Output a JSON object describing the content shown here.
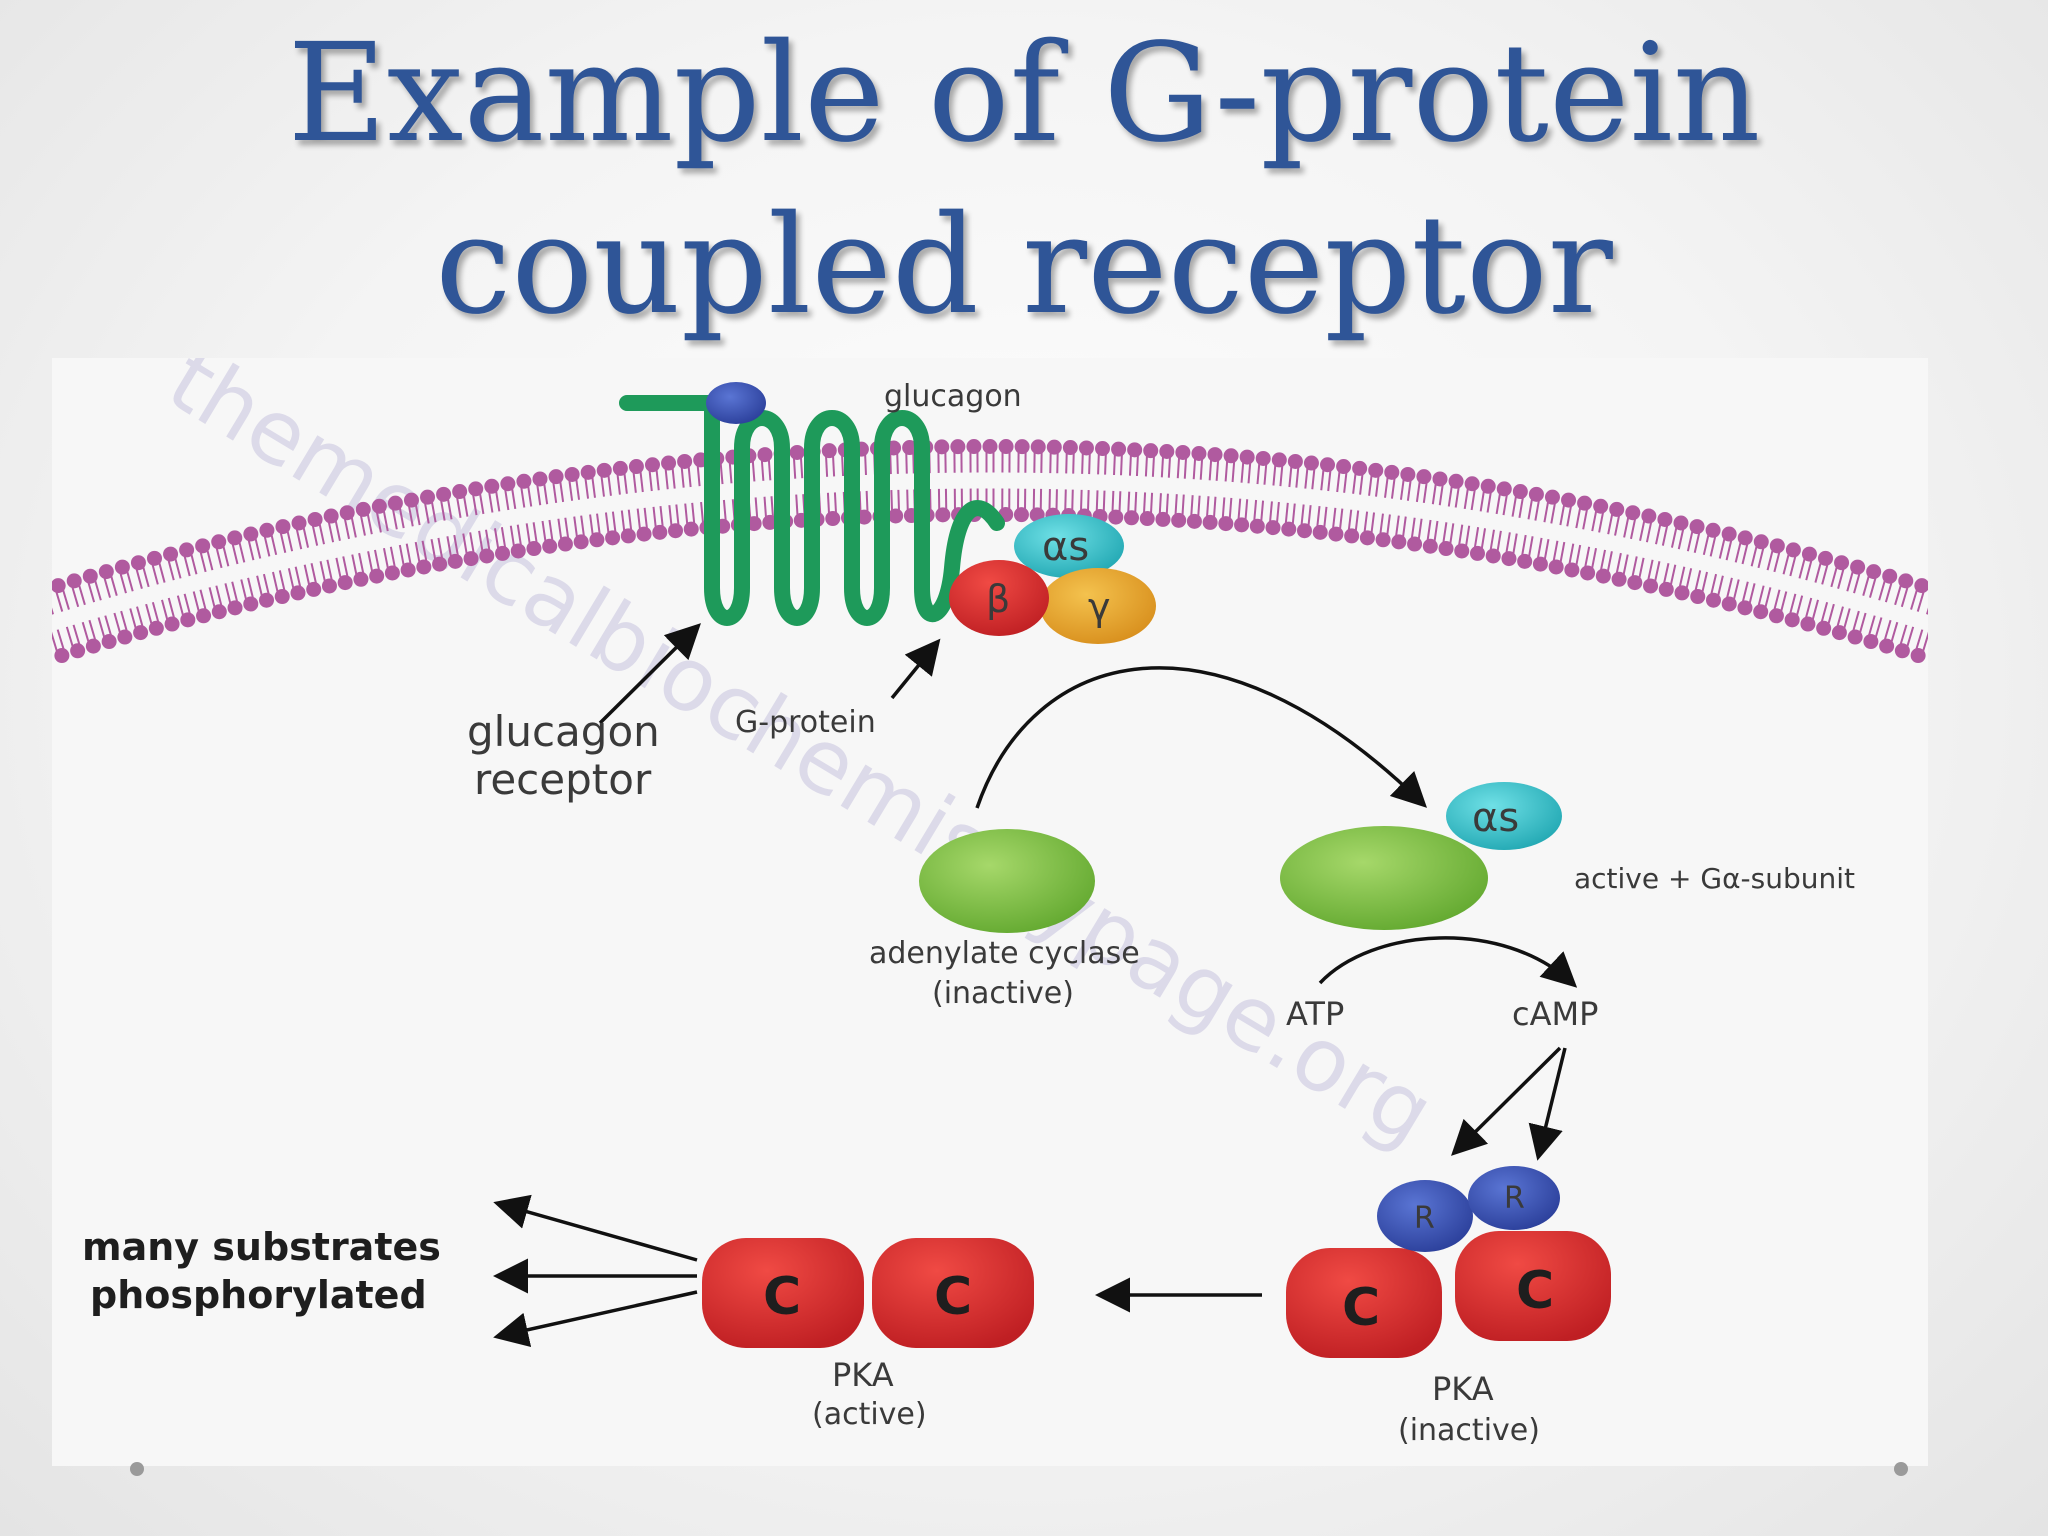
{
  "slide": {
    "title_line1": "Example of G-protein",
    "title_line2": "coupled receptor"
  },
  "diagram": {
    "watermark": "themedicalbiochemistrypage.org",
    "labels": {
      "glucagon": "glucagon",
      "glucagon_receptor_line1": "glucagon",
      "glucagon_receptor_line2": "receptor",
      "g_protein": "G-protein",
      "alpha_s": "αs",
      "beta": "β",
      "gamma": "γ",
      "adenylate_cyclase_line1": "adenylate cyclase",
      "adenylate_cyclase_line2": "(inactive)",
      "active_subunit": "active + Gα-subunit",
      "atp": "ATP",
      "camp": "cAMP",
      "regulatory": "R",
      "catalytic": "C",
      "pka": "PKA",
      "pka_active_state": "(active)",
      "pka_inactive_state": "(inactive)",
      "substrates_line1": "many substrates",
      "substrates_line2": "phosphorylated"
    },
    "colors": {
      "title": "#2f5597",
      "membrane": "#b05a9f",
      "receptor": "#1e9a5a",
      "glucagon": "#2a3f8f",
      "alpha_s": "#35c0c8",
      "beta": "#d6332e",
      "gamma": "#e3a52a",
      "adenylate_cyclase": "#7cc142",
      "pka_catalytic": "#d8262a",
      "pka_regulatory": "#3a55b5"
    }
  }
}
